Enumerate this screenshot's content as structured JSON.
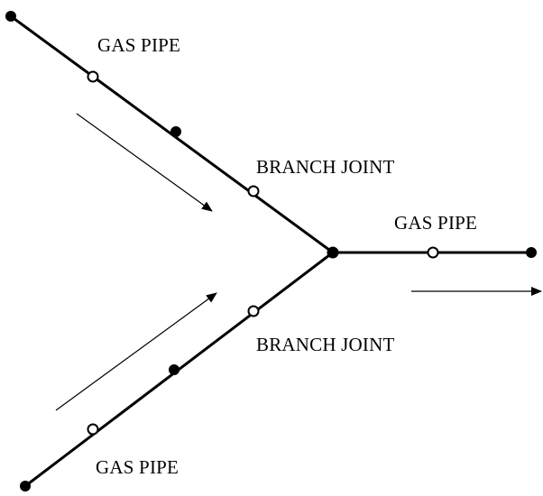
{
  "diagram": {
    "labels": {
      "gas_pipe_top": "GAS PIPE",
      "branch_joint_upper": "BRANCH JOINT",
      "gas_pipe_right": "GAS PIPE",
      "branch_joint_lower": "BRANCH JOINT",
      "gas_pipe_bottom": "GAS PIPE"
    },
    "colors": {
      "line": "#000000",
      "background": "#ffffff"
    }
  }
}
